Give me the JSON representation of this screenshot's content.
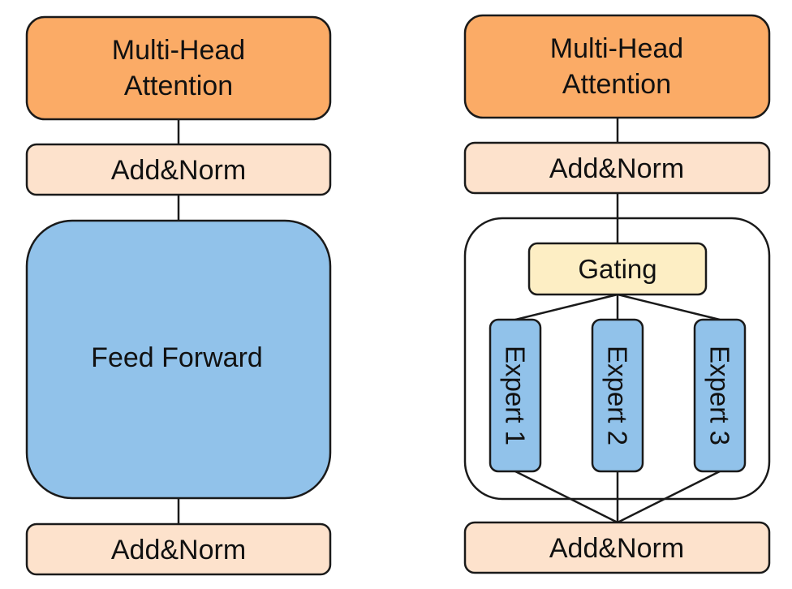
{
  "colors": {
    "attention": "#fbab66",
    "norm": "#fde2cc",
    "feed_forward": "#91c2ea",
    "gating": "#fdeec4",
    "expert": "#91c2ea",
    "stroke": "#1a1a1a",
    "background": "#ffffff"
  },
  "left": {
    "attention_line1": "Multi-Head",
    "attention_line2": "Attention",
    "norm_top": "Add&Norm",
    "feed_forward": "Feed Forward",
    "norm_bottom": "Add&Norm"
  },
  "right": {
    "attention_line1": "Multi-Head",
    "attention_line2": "Attention",
    "norm_top": "Add&Norm",
    "gating": "Gating",
    "experts": [
      "Expert 1",
      "Expert 2",
      "Expert 3"
    ],
    "norm_bottom": "Add&Norm"
  }
}
